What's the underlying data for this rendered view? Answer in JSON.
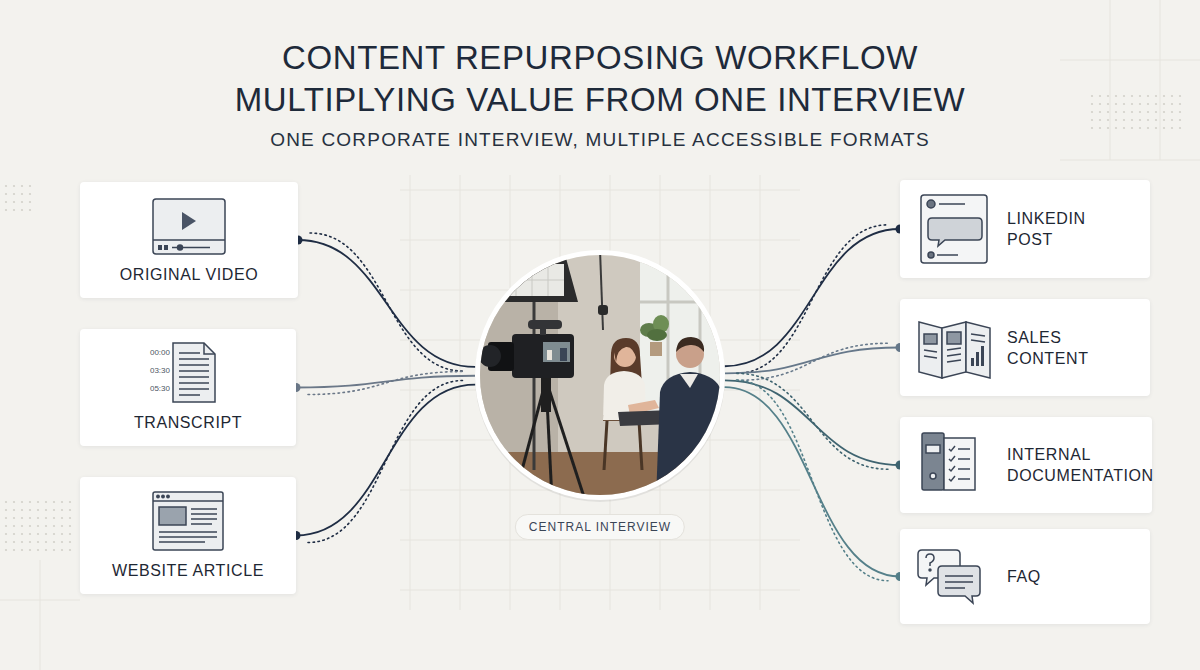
{
  "diagram": {
    "title": "CONTENT REPURPOSING WORKFLOW MULTIPLYING VALUE FROM ONE INTERVIEW",
    "nodes": [
      {
        "text": [
          "ORIGINAL VIDEO"
        ]
      },
      {
        "text": [
          "TRANSCRIPT"
        ]
      },
      {
        "text": [
          "WEBSITE ARTICLE"
        ]
      },
      {
        "text": [
          "CENTRAL INTERVIEW"
        ]
      },
      {
        "text": [
          "LINKEDIN POST"
        ]
      },
      {
        "text": [
          "SALES CONTENT"
        ]
      },
      {
        "text": [
          "INTERNAL DOCUMENTATION"
        ]
      },
      {
        "text": [
          "FAQ"
        ]
      }
    ],
    "edges": [
      {
        "from": 0,
        "to": 3,
        "arrow": "none"
      },
      {
        "from": 1,
        "to": 3,
        "arrow": "none"
      },
      {
        "from": 2,
        "to": 3,
        "arrow": "none"
      },
      {
        "from": 3,
        "to": 4,
        "arrow": "none"
      },
      {
        "from": 3,
        "to": 5,
        "arrow": "none"
      },
      {
        "from": 3,
        "to": 6,
        "arrow": "none"
      },
      {
        "from": 3,
        "to": 7,
        "arrow": "none"
      }
    ],
    "labels": [
      "ONE CORPORATE INTERVIEW, MULTIPLE ACCESSIBLE FORMATS",
      "00:00",
      "03:30",
      "05:30"
    ]
  }
}
